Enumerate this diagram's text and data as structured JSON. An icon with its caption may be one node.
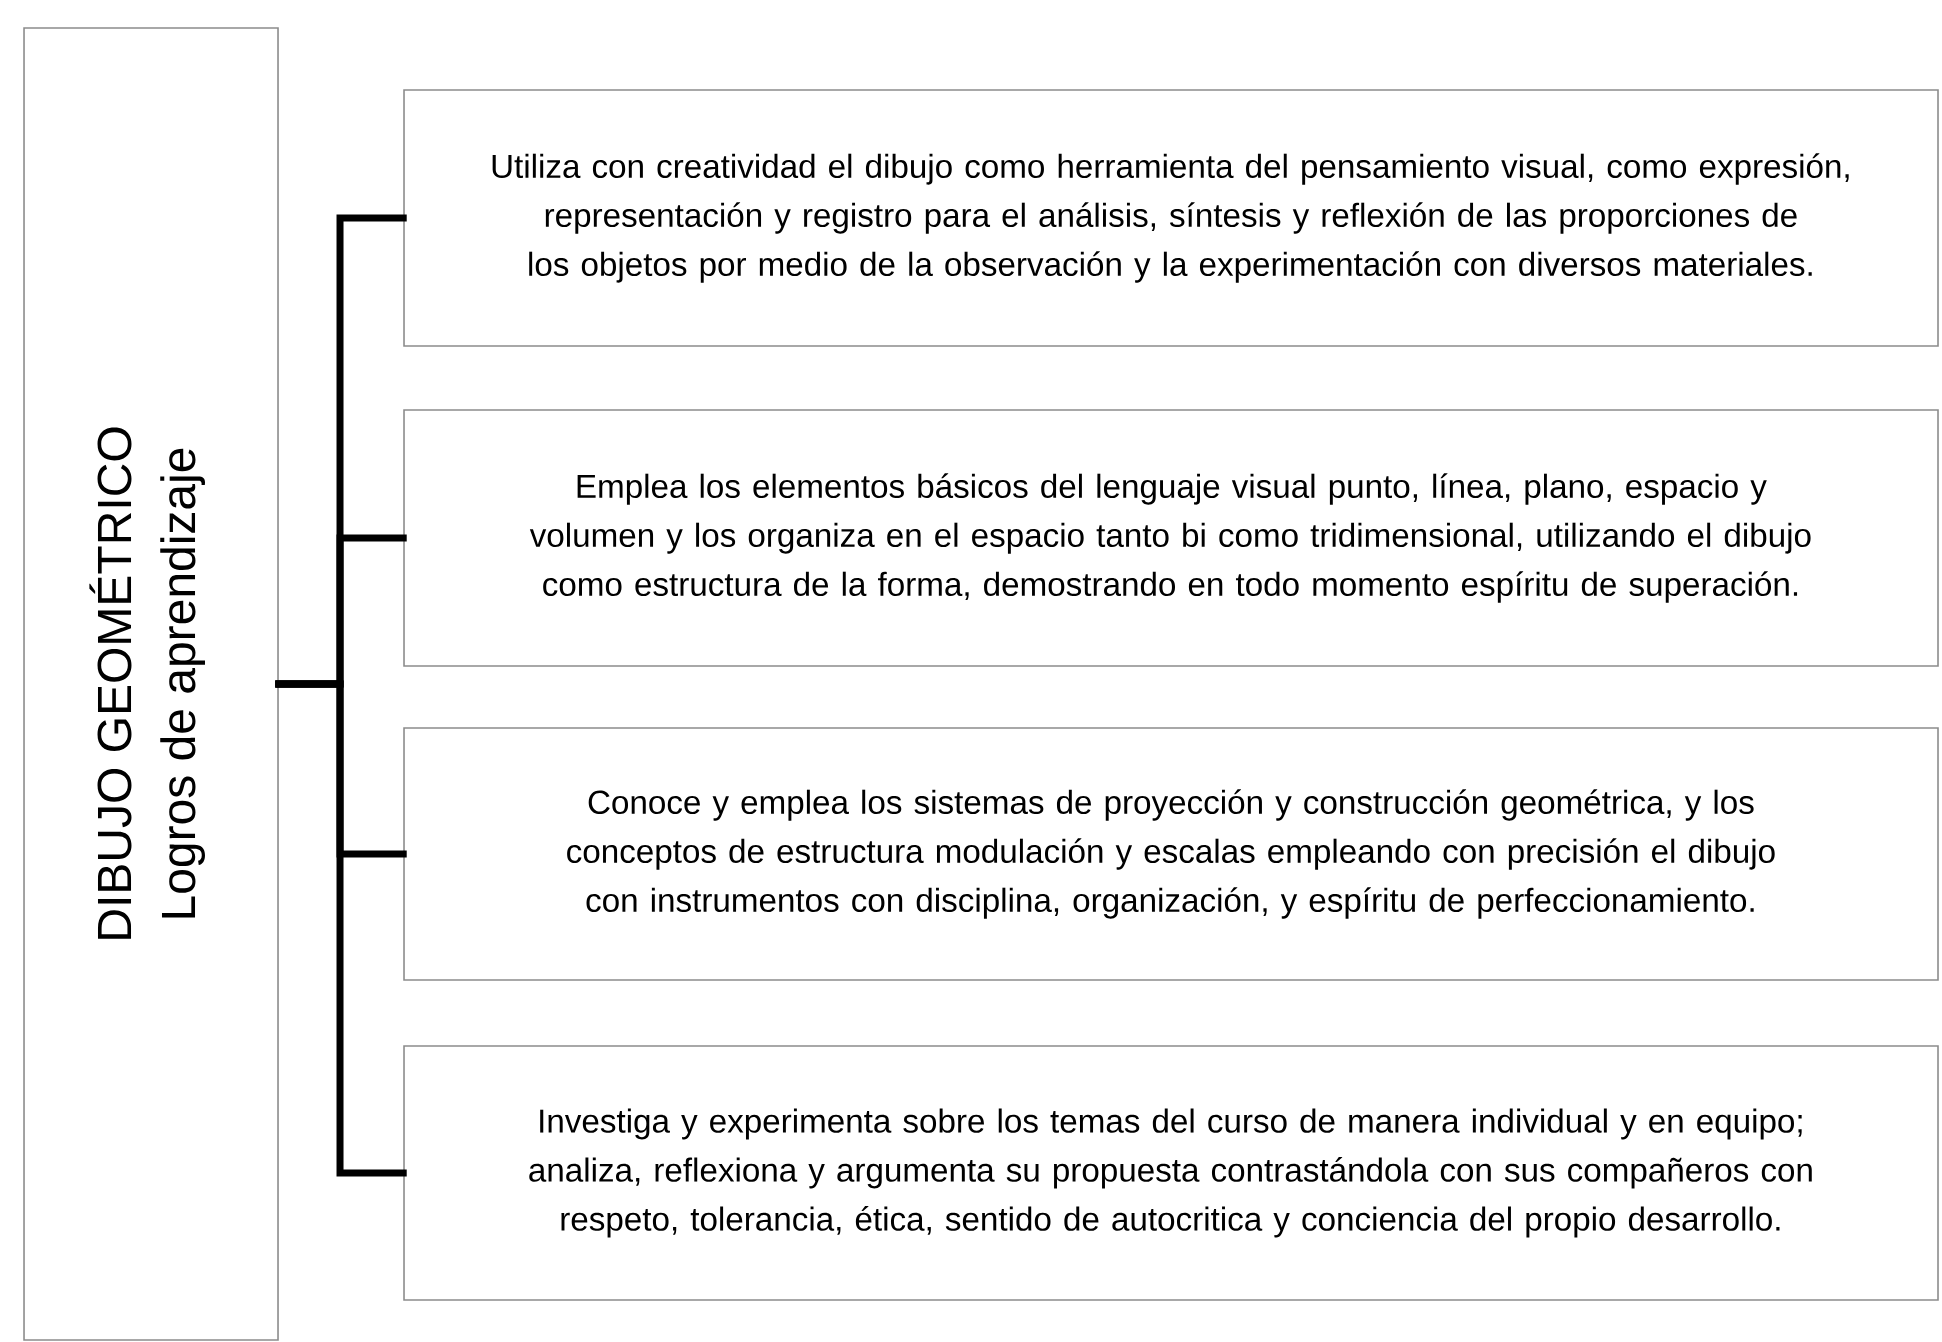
{
  "diagram": {
    "nodes": [
      {
        "text": [
          "DIBUJO GEOMÉTRICO",
          "Logros de aprendizaje"
        ]
      },
      {
        "text": [
          "Utiliza con creatividad el dibujo como herramienta del pensamiento visual, como expresión, representación y registro para el análisis, síntesis y reflexión de las proporciones de los objetos por medio de la observación y la experimentación con diversos materiales."
        ]
      },
      {
        "text": [
          "Emplea los elementos básicos del lenguaje visual punto, línea, plano, espacio y volumen y los organiza en el espacio tanto bi como tridimensional, utilizando el dibujo como estructura de la forma, demostrando en todo momento espíritu de superación."
        ]
      },
      {
        "text": [
          "Conoce y emplea los sistemas de proyección y construcción geométrica, y los conceptos de estructura modulación y escalas empleando con precisión el dibujo con instrumentos  con disciplina, organización, y espíritu de perfeccionamiento."
        ]
      },
      {
        "text": [
          "Investiga y experimenta sobre los temas del curso de manera individual y en equipo; analiza, reflexiona y argumenta su propuesta contrastándola con sus compañeros con respeto, tolerancia, ética, sentido de autocritica y conciencia del propio desarrollo."
        ]
      }
    ],
    "edges": [
      {
        "from": 0,
        "to": 1,
        "arrow": "none"
      },
      {
        "from": 0,
        "to": 2,
        "arrow": "none"
      },
      {
        "from": 0,
        "to": 3,
        "arrow": "none"
      },
      {
        "from": 0,
        "to": 4,
        "arrow": "none"
      }
    ]
  }
}
